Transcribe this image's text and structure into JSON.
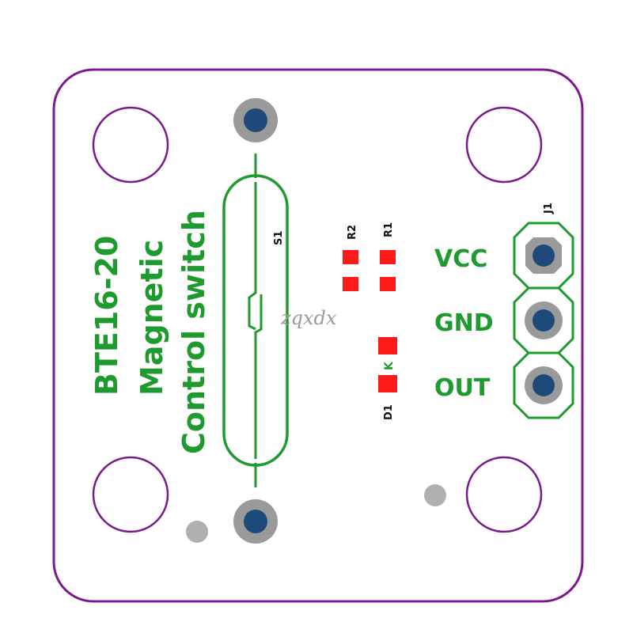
{
  "board": {
    "title_line1": "BTE16-20",
    "title_line2": "Magnetic",
    "title_line3": "Control switch",
    "watermark": "zqxdx"
  },
  "components": {
    "switch_ref": "S1",
    "r2_ref": "R2",
    "r1_ref": "R1",
    "d1_ref": "D1",
    "diode_mark": "K",
    "header_ref": "J1"
  },
  "header_pins": [
    {
      "label": "VCC"
    },
    {
      "label": "GND"
    },
    {
      "label": "OUT"
    }
  ],
  "colors": {
    "outline": "#7a1a8c",
    "silkscreen": "#1e9a2e",
    "pad_ring": "#9a9a9a",
    "pad_center": "#1d4a7a",
    "smd_pad": "#ff1a1a",
    "via": "#b0b0b0"
  }
}
